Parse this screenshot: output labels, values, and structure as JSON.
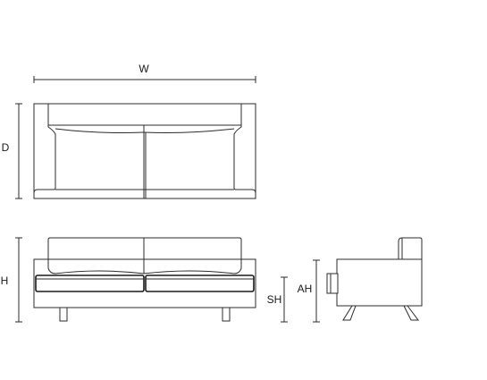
{
  "labels": {
    "width": "W",
    "depth": "D",
    "height": "H",
    "seat_height": "SH",
    "arm_height": "AH"
  }
}
